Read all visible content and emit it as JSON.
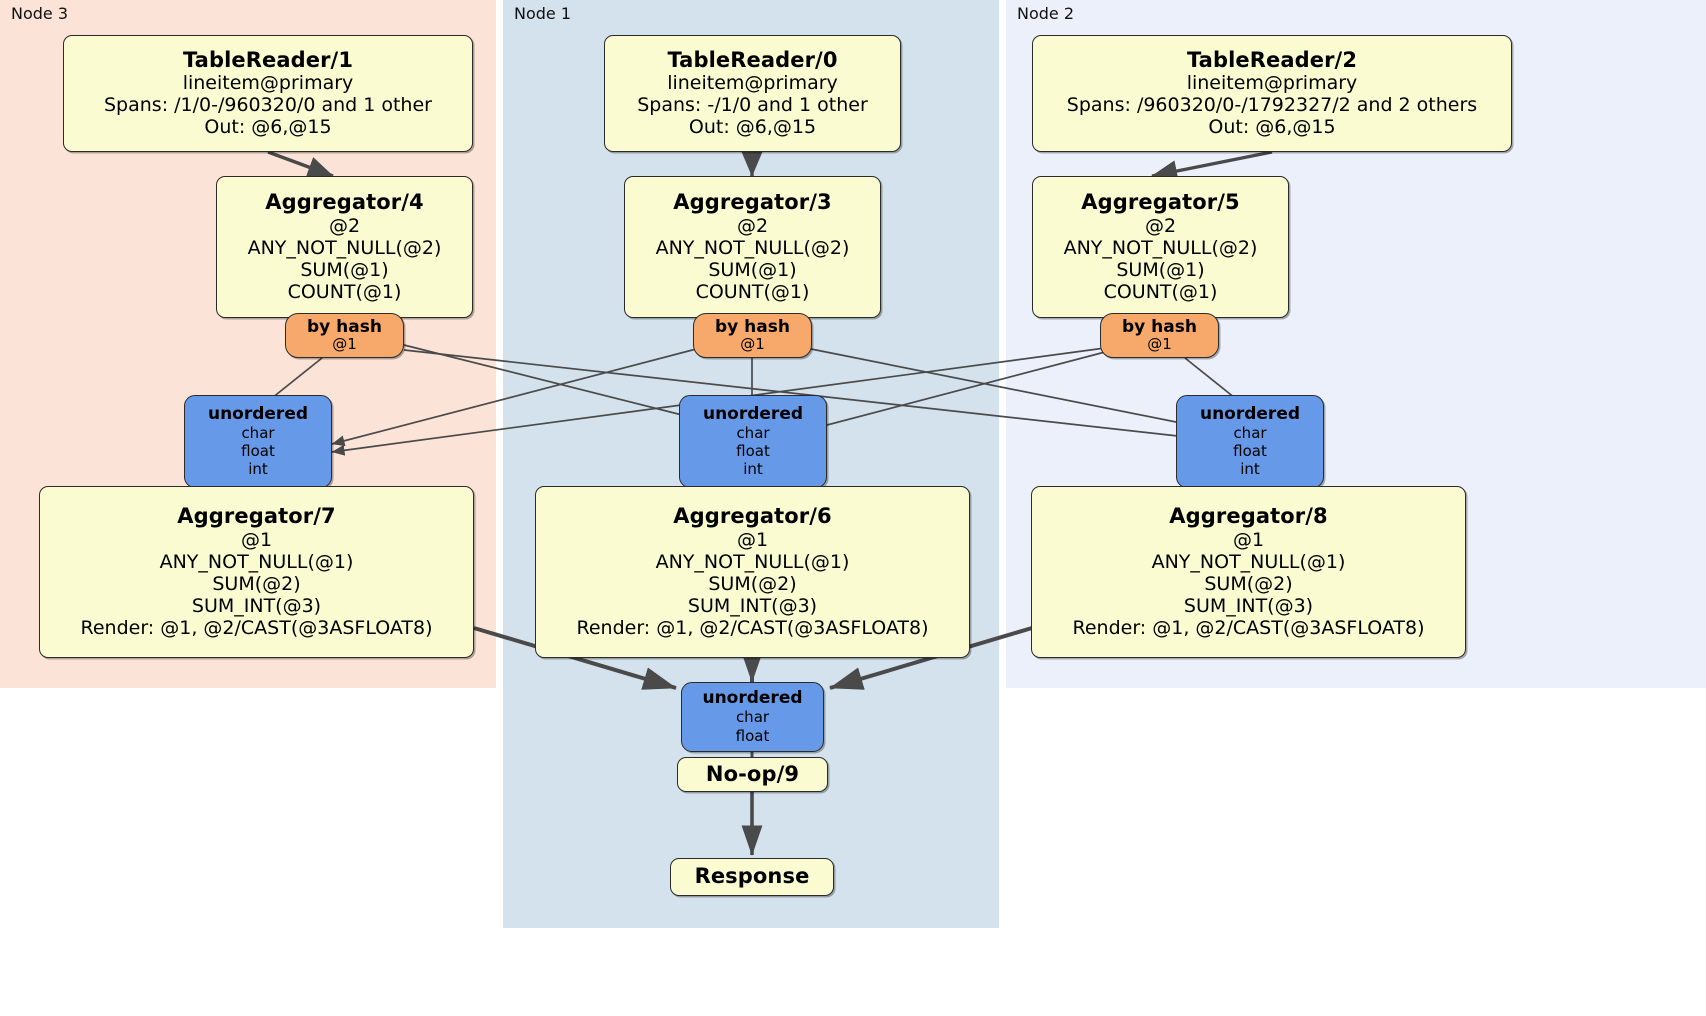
{
  "diagram": {
    "type": "distributed-query-plan",
    "title": "",
    "colors": {
      "processor_fill": "#fbfbd2",
      "router_fill": "#f7a96b",
      "synchronizer_fill": "#6699e8",
      "node3_bg": "#fbe3d7",
      "node1_bg": "#d3e2ec",
      "node2_bg": "#ebf0fb",
      "edge": "#4a4a4a",
      "stroke": "#2b2b2b"
    }
  },
  "nodes": [
    {
      "id": "node3",
      "label": "Node 3"
    },
    {
      "id": "node1",
      "label": "Node 1"
    },
    {
      "id": "node2",
      "label": "Node 2"
    }
  ],
  "processors": {
    "tablereader_1": {
      "title": "TableReader/1",
      "lines": [
        "lineitem@primary",
        "Spans: /1/0-/960320/0 and 1 other",
        "Out: @6,@15"
      ]
    },
    "tablereader_0": {
      "title": "TableReader/0",
      "lines": [
        "lineitem@primary",
        "Spans: -/1/0 and 1 other",
        "Out: @6,@15"
      ]
    },
    "tablereader_2": {
      "title": "TableReader/2",
      "lines": [
        "lineitem@primary",
        "Spans: /960320/0-/1792327/2 and 2 others",
        "Out: @6,@15"
      ]
    },
    "aggregator_4": {
      "title": "Aggregator/4",
      "lines": [
        "@2",
        "ANY_NOT_NULL(@2)",
        "SUM(@1)",
        "COUNT(@1)"
      ]
    },
    "aggregator_3": {
      "title": "Aggregator/3",
      "lines": [
        "@2",
        "ANY_NOT_NULL(@2)",
        "SUM(@1)",
        "COUNT(@1)"
      ]
    },
    "aggregator_5": {
      "title": "Aggregator/5",
      "lines": [
        "@2",
        "ANY_NOT_NULL(@2)",
        "SUM(@1)",
        "COUNT(@1)"
      ]
    },
    "aggregator_7": {
      "title": "Aggregator/7",
      "lines": [
        "@1",
        "ANY_NOT_NULL(@1)",
        "SUM(@2)",
        "SUM_INT(@3)",
        "Render: @1, @2/CAST(@3ASFLOAT8)"
      ]
    },
    "aggregator_6": {
      "title": "Aggregator/6",
      "lines": [
        "@1",
        "ANY_NOT_NULL(@1)",
        "SUM(@2)",
        "SUM_INT(@3)",
        "Render: @1, @2/CAST(@3ASFLOAT8)"
      ]
    },
    "aggregator_8": {
      "title": "Aggregator/8",
      "lines": [
        "@1",
        "ANY_NOT_NULL(@1)",
        "SUM(@2)",
        "SUM_INT(@3)",
        "Render: @1, @2/CAST(@3ASFLOAT8)"
      ]
    },
    "noop_9": {
      "title": "No-op/9",
      "lines": []
    },
    "response": {
      "title": "Response",
      "lines": []
    }
  },
  "routers": {
    "by_hash_left": {
      "title": "by hash",
      "lines": [
        "@1"
      ]
    },
    "by_hash_center": {
      "title": "by hash",
      "lines": [
        "@1"
      ]
    },
    "by_hash_right": {
      "title": "by hash",
      "lines": [
        "@1"
      ]
    }
  },
  "synchronizers": {
    "unordered_left": {
      "title": "unordered",
      "lines": [
        "char",
        "float",
        "int"
      ]
    },
    "unordered_center": {
      "title": "unordered",
      "lines": [
        "char",
        "float",
        "int"
      ]
    },
    "unordered_right": {
      "title": "unordered",
      "lines": [
        "char",
        "float",
        "int"
      ]
    },
    "unordered_final": {
      "title": "unordered",
      "lines": [
        "char",
        "float"
      ]
    }
  }
}
